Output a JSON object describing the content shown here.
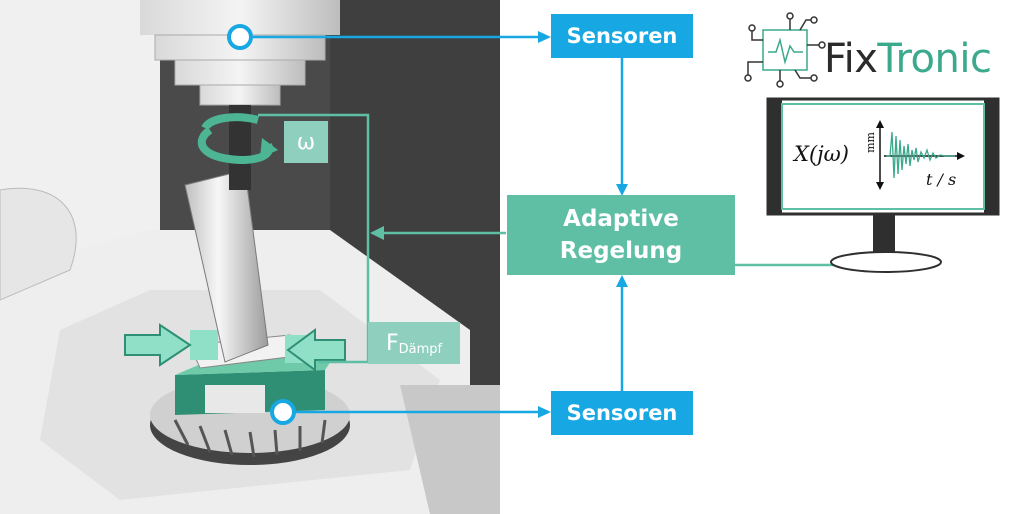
{
  "diagram": {
    "sensor_top": "Sensoren",
    "sensor_bottom": "Sensoren",
    "adaptive_line1": "Adaptive",
    "adaptive_line2": "Regelung",
    "omega": "ω",
    "force_main": "F",
    "force_sub": "Dämpf"
  },
  "logo": {
    "part1": "Fix",
    "part2": "Tronic"
  },
  "monitor": {
    "formula": "X(jω)",
    "y_unit": "mm",
    "x_unit": "t / s"
  },
  "colors": {
    "sensor_blue": "#17a8e3",
    "teal": "#5fbfa5",
    "teal_light": "#8ecfbd",
    "machine_gray": "#4d4d4d"
  }
}
